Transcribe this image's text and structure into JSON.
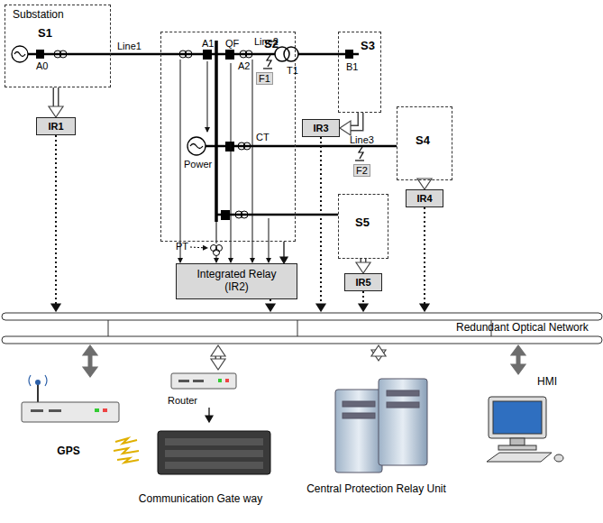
{
  "diagram": {
    "nodes": [
      {
        "text": [
          "Substation",
          "S1"
        ]
      },
      {
        "text": [
          "S2"
        ]
      },
      {
        "text": [
          "S3"
        ]
      },
      {
        "text": [
          "S4"
        ]
      },
      {
        "text": [
          "S5"
        ]
      },
      {
        "text": [
          "IR1"
        ]
      },
      {
        "text": [
          "IR3"
        ]
      },
      {
        "text": [
          "IR4"
        ]
      },
      {
        "text": [
          "IR5"
        ]
      },
      {
        "text": [
          "Integrated Relay (IR2)"
        ]
      },
      {
        "text": [
          "Redundant Optical Network"
        ]
      },
      {
        "text": [
          "GPS"
        ]
      },
      {
        "text": [
          "Router"
        ]
      },
      {
        "text": [
          "Communication Gate way"
        ]
      },
      {
        "text": [
          "Central Protection Relay Unit"
        ]
      },
      {
        "text": [
          "HMI"
        ]
      }
    ],
    "edges": [
      {
        "from": 0,
        "to": 5,
        "arrow": "to"
      },
      {
        "from": 5,
        "to": 10,
        "arrow": "to"
      },
      {
        "from": 2,
        "to": 6,
        "arrow": "to"
      },
      {
        "from": 6,
        "to": 10,
        "arrow": "to"
      },
      {
        "from": 3,
        "to": 7,
        "arrow": "to"
      },
      {
        "from": 7,
        "to": 10,
        "arrow": "to"
      },
      {
        "from": 4,
        "to": 8,
        "arrow": "to"
      },
      {
        "from": 8,
        "to": 10,
        "arrow": "to"
      },
      {
        "from": 1,
        "to": 9,
        "arrow": "to"
      },
      {
        "from": 9,
        "to": 10,
        "arrow": "to"
      },
      {
        "from": 10,
        "to": 11,
        "arrow": "both"
      },
      {
        "from": 10,
        "to": 12,
        "arrow": "both"
      },
      {
        "from": 12,
        "to": 13,
        "arrow": "to"
      },
      {
        "from": 10,
        "to": 14,
        "arrow": "both"
      },
      {
        "from": 10,
        "to": 15,
        "arrow": "both"
      }
    ],
    "labels": [
      "A0",
      "Line1",
      "A1",
      "QF",
      "A2",
      "Line2",
      "F1",
      "T1",
      "B1",
      "Power",
      "CT",
      "Line3",
      "F2",
      "PT"
    ]
  }
}
